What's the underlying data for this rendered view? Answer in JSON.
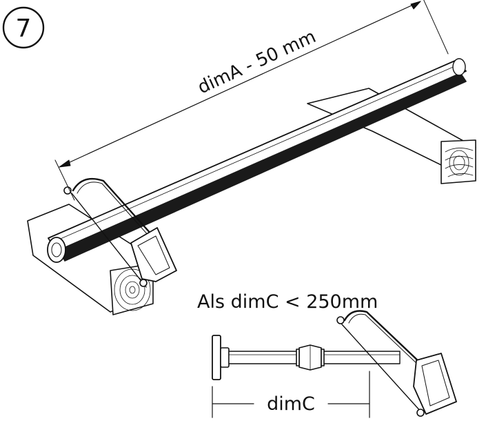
{
  "step": {
    "number": "7"
  },
  "top_figure": {
    "dimension_label": "dimA - 50 mm"
  },
  "bottom_figure": {
    "condition_label": "Als dimC < 250mm",
    "dimension_label": "dimC"
  },
  "colors": {
    "ink": "#111111",
    "rail": "#1a1a1a",
    "paper": "#ffffff"
  }
}
